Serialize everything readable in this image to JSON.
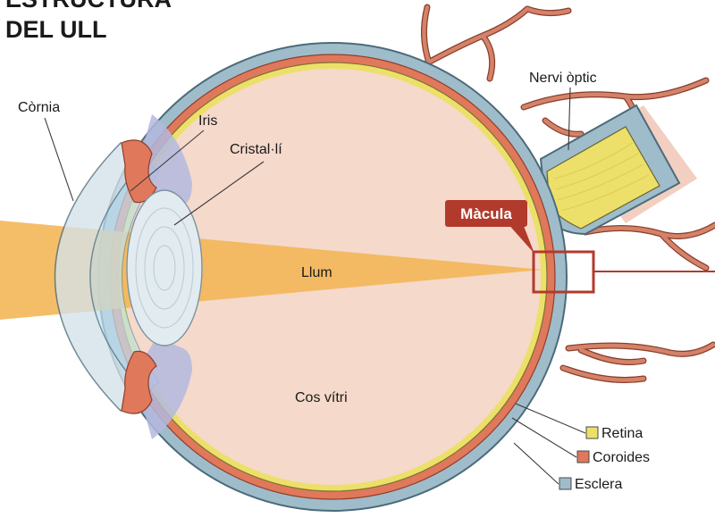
{
  "title": {
    "line1": "ESTRUCTURA",
    "line2": "DEL ULL"
  },
  "labels": {
    "cornia": "Còrnia",
    "iris": "Iris",
    "cristalli": "Cristal·lí",
    "nervi_optic": "Nervi òptic",
    "macula": "Màcula",
    "llum": "Llum",
    "cos_vitri": "Cos vítri"
  },
  "legend": [
    {
      "label": "Retina",
      "color": "#ece06a"
    },
    {
      "label": "Coroides",
      "color": "#e0785c"
    },
    {
      "label": "Esclera",
      "color": "#9fbccb"
    }
  ],
  "colors": {
    "vitreous": "#f5d9cb",
    "sclera": "#9fbccb",
    "choroid": "#e0785c",
    "retina": "#ece06a",
    "light_beam": "#f3b554",
    "lens": "#e2ebf0",
    "cornea": "#d4e2ea",
    "aqueous": "#c2dfef",
    "ciliary": "#b3b8de",
    "vessels": "#c7775f",
    "macula_accent": "#b23a2c"
  }
}
